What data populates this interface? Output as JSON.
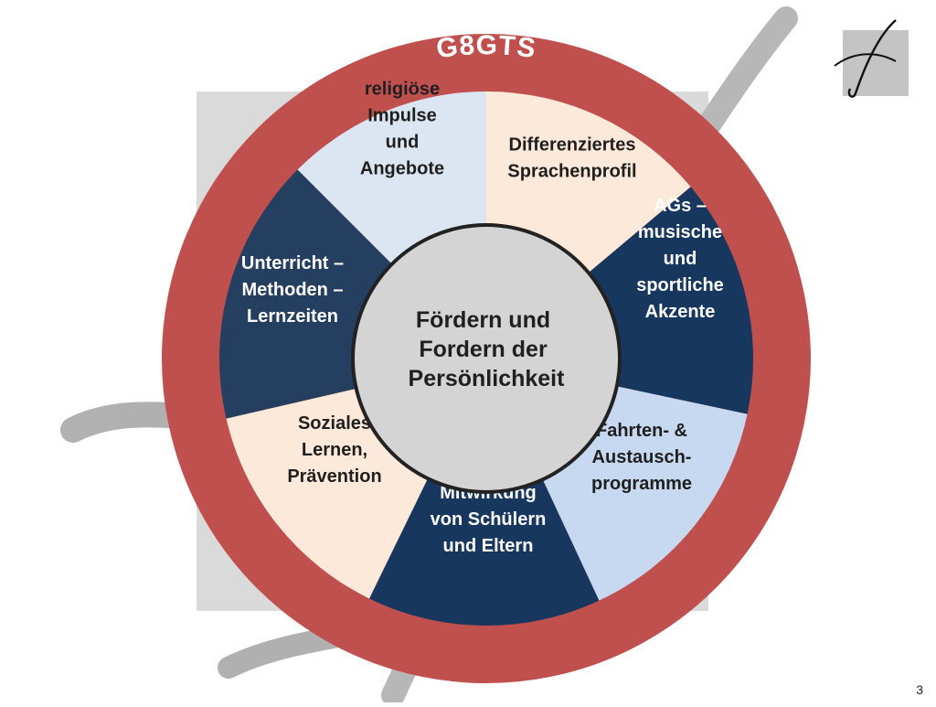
{
  "ring": {
    "title": "G8GTS",
    "color": "#c0504d"
  },
  "center": {
    "lines": [
      "Fördern und",
      "Fordern der",
      "Persönlichkeit"
    ],
    "color": "#d4d4d4"
  },
  "segments": [
    {
      "id": "religiose",
      "lines": [
        "religiöse",
        "Impulse",
        "und",
        "Angebote"
      ],
      "fill": "#dce6f2",
      "text_color": "#1f1f1f"
    },
    {
      "id": "sprachen",
      "lines": [
        "Differenziertes",
        "Sprachenprofil"
      ],
      "fill": "#fde9d9",
      "text_color": "#1f1f1f"
    },
    {
      "id": "ags",
      "lines": [
        "AGs –",
        "musische",
        "und",
        "sportliche",
        "Akzente"
      ],
      "fill": "#17375e",
      "text_color": "#ffffff"
    },
    {
      "id": "fahrten",
      "lines": [
        "Fahrten- &",
        "Austausch-",
        "programme"
      ],
      "fill": "#c6d9f1",
      "text_color": "#1f1f1f"
    },
    {
      "id": "mitwirkung",
      "lines": [
        "Mitwirkung",
        "von Schülern",
        "und Eltern"
      ],
      "fill": "#17375e",
      "text_color": "#ffffff"
    },
    {
      "id": "soziales",
      "lines": [
        "Soziales",
        "Lernen,",
        "Prävention"
      ],
      "fill": "#fde9d9",
      "text_color": "#1f1f1f"
    },
    {
      "id": "unterricht",
      "lines": [
        "Unterricht –",
        "Methoden –",
        "Lernzeiten"
      ],
      "fill": "#243f60",
      "text_color": "#ffffff"
    }
  ],
  "page_number": "3"
}
